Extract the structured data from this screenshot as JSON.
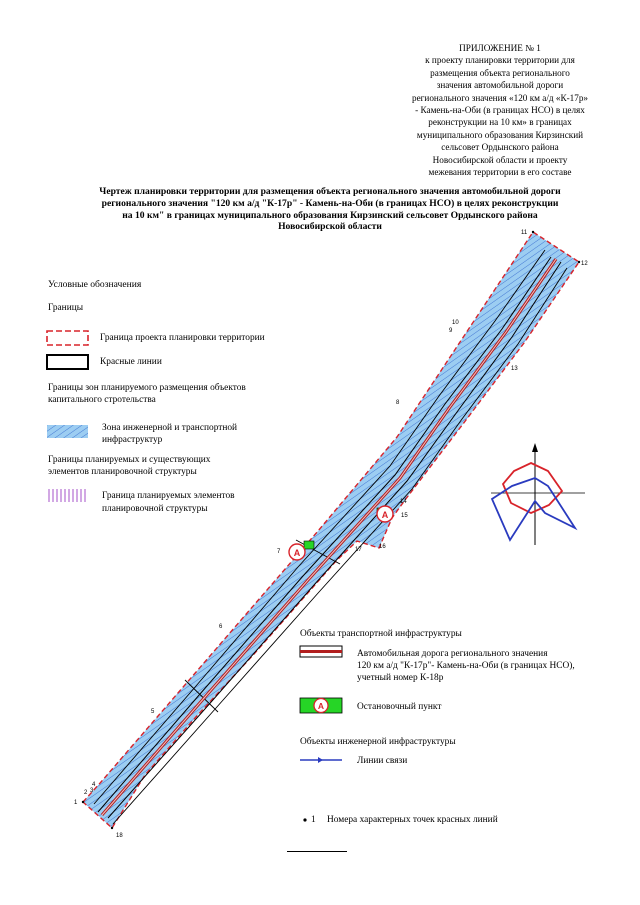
{
  "appendix": {
    "lines": [
      "ПРИЛОЖЕНИЕ № 1",
      "к проекту планировки территории для",
      "размещения объекта регионального",
      "значения автомобильной дороги",
      "регионального значения «120 км а/д «К-17р»",
      "- Камень-на-Оби (в границах НСО) в целях",
      "реконструкции на 10 км» в границах",
      "муниципального образования Кирзинский",
      "сельсовет Ордынского района",
      "Новосибирской области и проекту",
      "межевания территории в его составе"
    ]
  },
  "title": {
    "lines": [
      "Чертеж планировки территории для размещения объекта регионального значения автомобильной дороги",
      "регионального значения \"120 км а/д \"К-17р\" - Камень-на-Оби (в границах НСО) в целях реконструкции",
      "на 10 км\" в границах муниципального образования Кирзинский сельсовет Ордынского района",
      "Новосибирской области"
    ]
  },
  "legend": {
    "heading": "Условные обозначения",
    "boundaries_heading": "Границы",
    "project_boundary": "Граница проекта планировки территории",
    "red_lines": "Красные линии",
    "zones_heading_1": "Границы зон планируемого размещения объектов",
    "zones_heading_2": "капитального стротельства",
    "zone_label_1": "Зона инженерной и транспортной",
    "zone_label_2": "инфраструктур",
    "elements_heading_1": "Границы планируемых и существующих",
    "elements_heading_2": "элементов планировочной структуры",
    "elements_label_1": "Граница планируемых элементов",
    "elements_label_2": "планировочной структуры",
    "transport_heading": "Объекты транспортной инфраструктуры",
    "road_label_1": "Автомобильная  дорога регионального значения",
    "road_label_2": "120 км а/д \"К-17р\"- Камень-на-Оби (в границах НСО),",
    "road_label_3": "учетный номер К-18р",
    "stop_label": "Остановочный пункт",
    "stop_letter": "А",
    "engineering_heading": "Объекты инженерной инфраструктуры",
    "comm_label": "Линии связи",
    "points_marker": "1",
    "points_label": "Номера характерных точек красных линий"
  },
  "map": {
    "stop_letter": "А",
    "points": [
      "1",
      "2",
      "3",
      "4",
      "5",
      "6",
      "7",
      "8",
      "9",
      "10",
      "11",
      "12",
      "13",
      "14",
      "15",
      "16",
      "17",
      "18"
    ]
  },
  "colors": {
    "boundary": "#d8232a",
    "zone_fill": "#9ccdf2",
    "hatch": "#3b6fd0",
    "stop_green": "#26d526",
    "comm_line": "#2a3bbf",
    "road_red": "#b21e1e",
    "purple_hatch": "#b46ed2"
  }
}
